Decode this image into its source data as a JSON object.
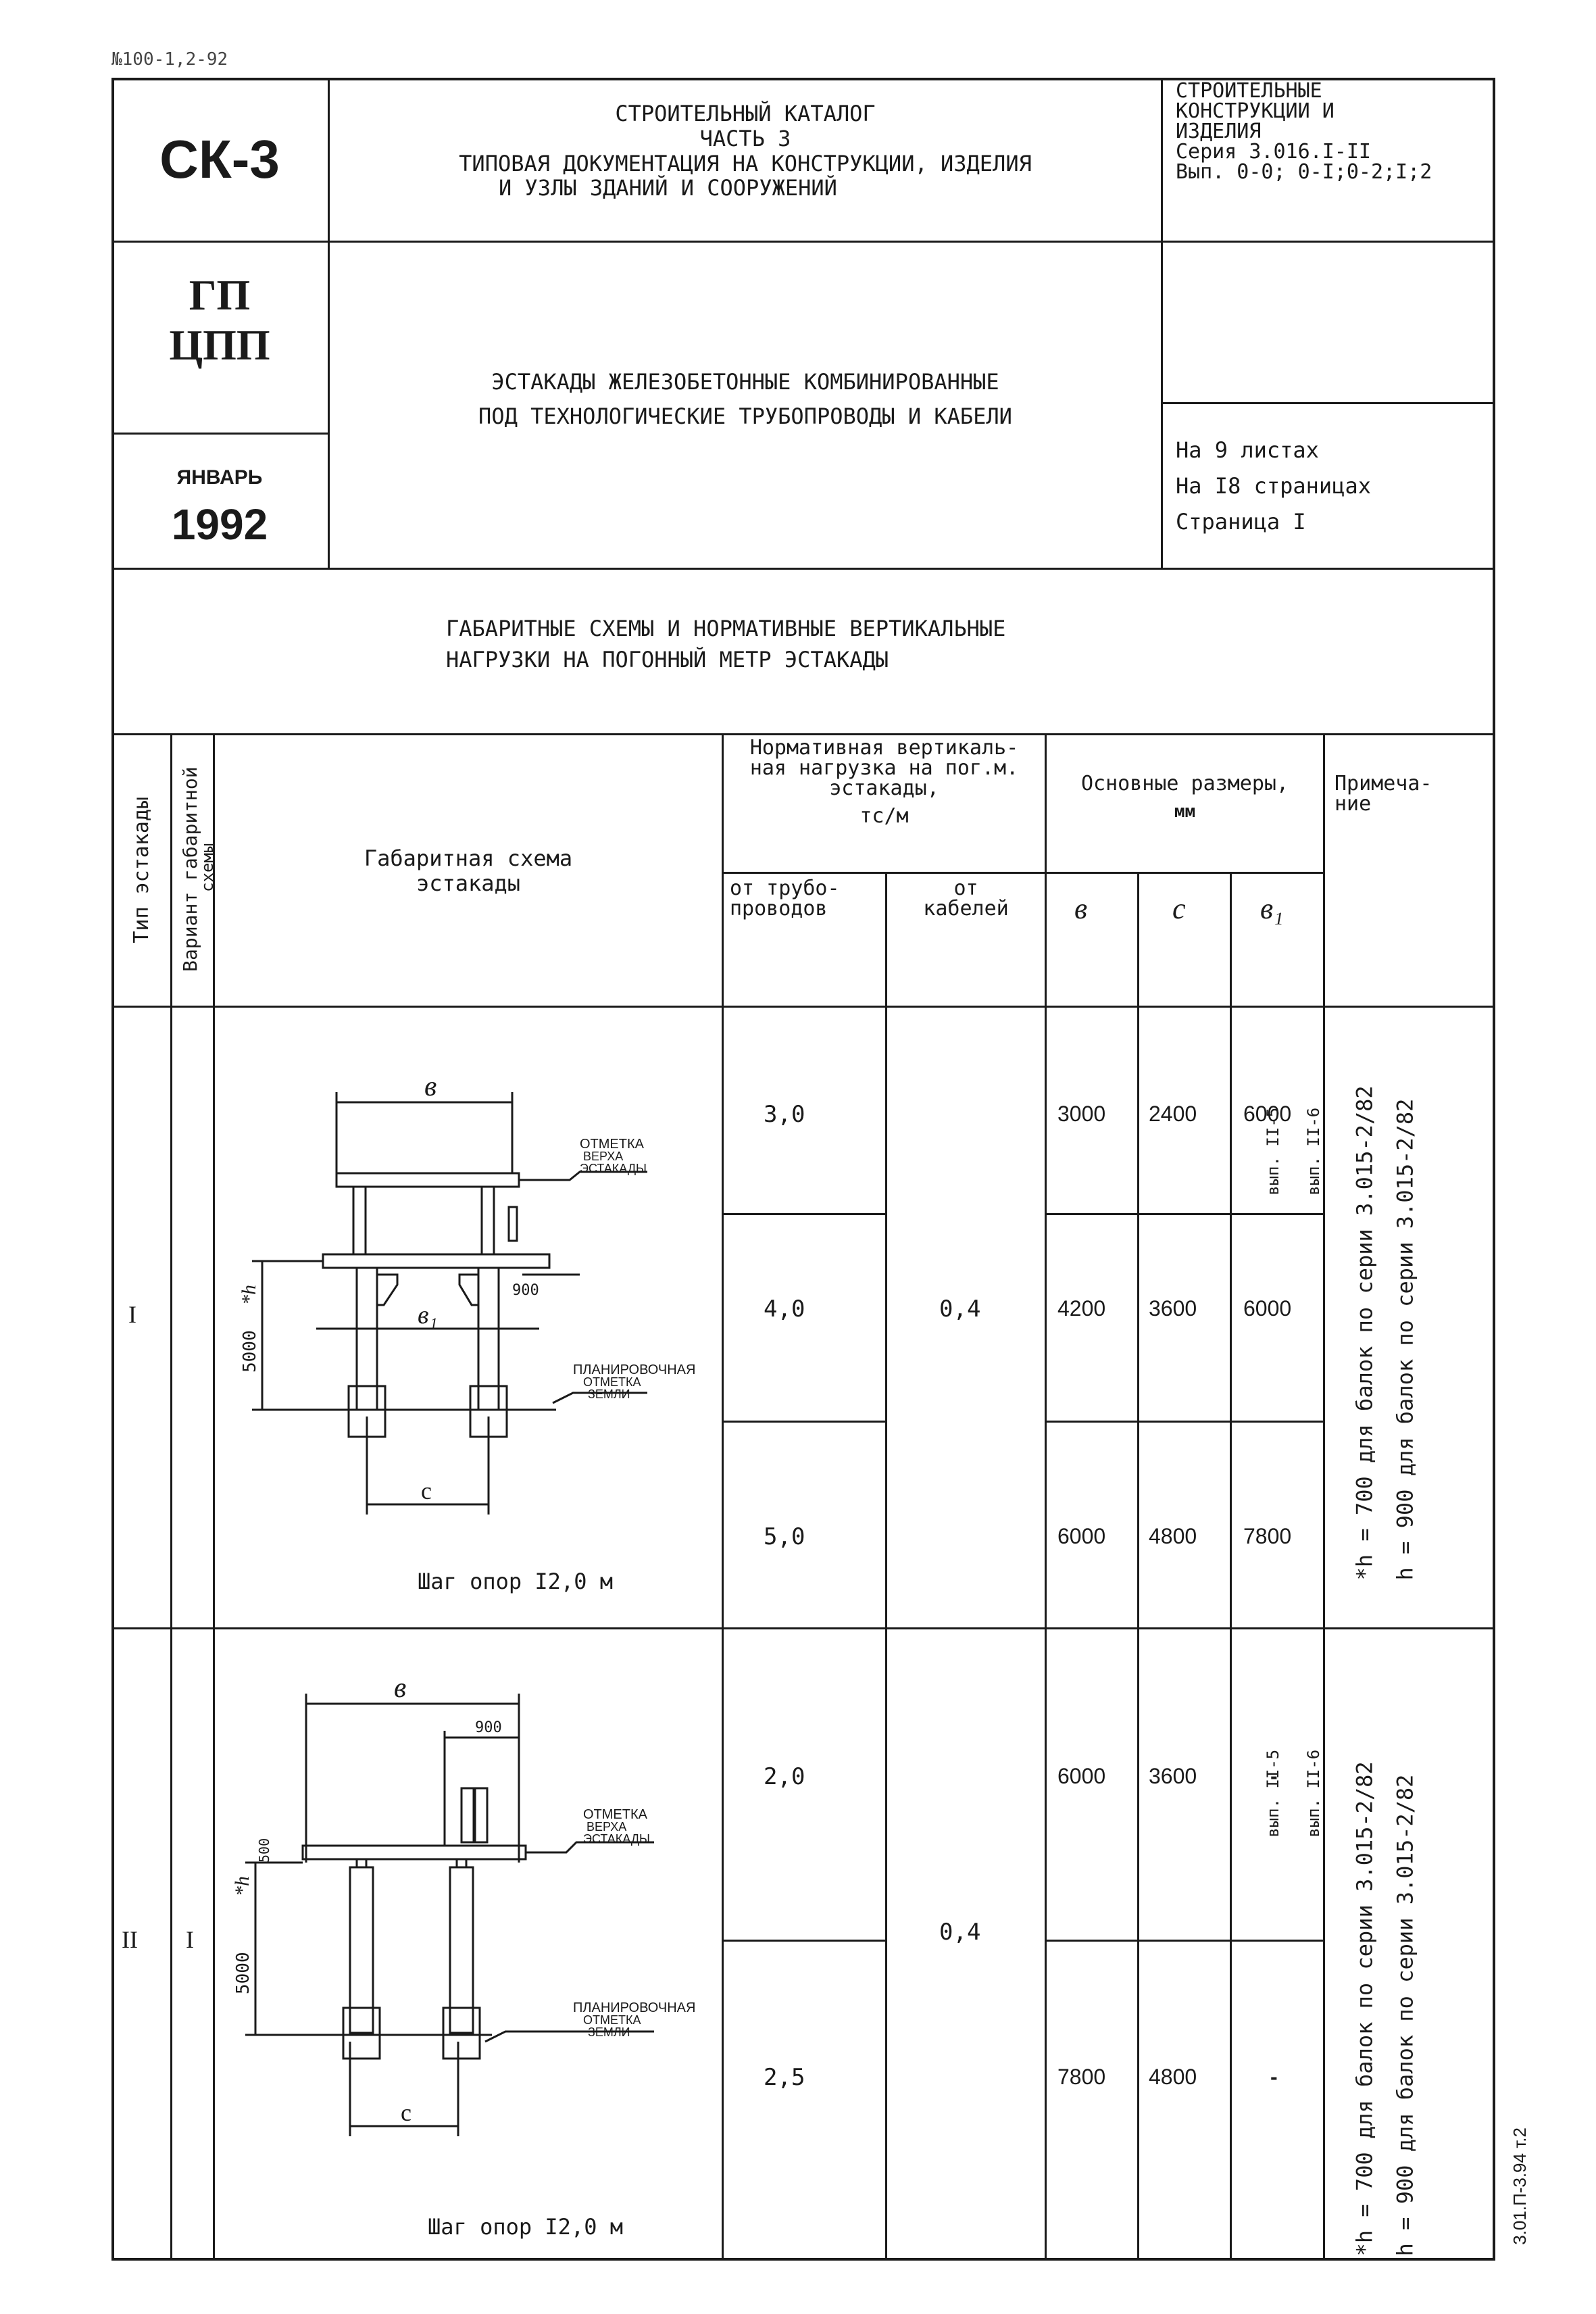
{
  "doc_number": "№100-1,2-92",
  "header": {
    "code": "СК-3",
    "catalog": [
      "СТРОИТЕЛЬНЫЙ КАТАЛОГ",
      "ЧАСТЬ 3",
      "ТИПОВАЯ ДОКУМЕНТАЦИЯ НА КОНСТРУКЦИИ, ИЗДЕЛИЯ",
      "И УЗЛЫ ЗДАНИЙ И СООРУЖЕНИЙ"
    ],
    "section": [
      "СТРОИТЕЛЬНЫЕ",
      "КОНСТРУКЦИИ И",
      "ИЗДЕЛИЯ",
      "Серия 3.016.I-II",
      "Вып. 0-0; 0-I;0-2;I;2"
    ],
    "org": [
      "ГП",
      "ЦПП"
    ],
    "month": "ЯНВАРЬ",
    "year": "1992",
    "title": [
      "ЭСТАКАДЫ ЖЕЛЕЗОБЕТОННЫЕ КОМБИНИРОВАННЫЕ",
      "ПОД ТЕХНОЛОГИЧЕСКИЕ ТРУБОПРОВОДЫ И КАБЕЛИ"
    ],
    "sheets": [
      "На 9  листах",
      "На I8 страницах",
      "Страница I"
    ]
  },
  "subtitle": [
    "ГАБАРИТНЫЕ СХЕМЫ И НОРМАТИВНЫЕ ВЕРТИКАЛЬНЫЕ",
    "НАГРУЗКИ НА  ПОГОННЫЙ  МЕТР  ЭСТАКАДЫ"
  ],
  "table": {
    "col_type": "Тип эстакады",
    "col_variant": [
      "Вариант габаритной",
      "схемы"
    ],
    "col_scheme": [
      "Габаритная схема",
      "эстакады"
    ],
    "col_load": [
      "Нормативная вертикаль-",
      "ная нагрузка на пог.м.",
      "эстакады,",
      "тс/м"
    ],
    "col_pipes": [
      "от трубо-",
      "проводов"
    ],
    "col_cables": [
      "от",
      "кабелей"
    ],
    "col_dims": [
      "Основные размеры,",
      "мм"
    ],
    "col_b": "в",
    "col_c": "c",
    "col_b1": "в₁",
    "col_note": [
      "Примеча-",
      "ние"
    ],
    "type1": {
      "type": "I",
      "rows": [
        {
          "pipes": "3,0",
          "b": "3000",
          "c": "2400",
          "b1": "6000"
        },
        {
          "pipes": "4,0",
          "b": "4200",
          "c": "3600",
          "b1": "6000"
        },
        {
          "pipes": "5,0",
          "b": "6000",
          "c": "4800",
          "b1": "7800"
        }
      ],
      "cables": "0,4",
      "step": "Шаг опор I2,0 м",
      "labels": {
        "b": "в",
        "b1": "в₁",
        "c": "c",
        "h": "*h",
        "d5000": "5000",
        "d900": "900",
        "top1": "ОТМЕТКА",
        "top2": "ВЕРХА",
        "top3": "ЭСТАКАДЫ",
        "gr1": "ПЛАНИРОВОЧНАЯ",
        "gr2": "ОТМЕТКА",
        "gr3": "ЗЕМЛИ"
      },
      "note1": "*h = 700 для балок по серии 3.015-2/82",
      "note1b": "вып. II-5",
      "note2": "h = 900 для балок по серии 3.015-2/82",
      "note2b": "вып. II-6"
    },
    "type2": {
      "type": "II",
      "variant": "I",
      "rows": [
        {
          "pipes": "2,0",
          "b": "6000",
          "c": "3600",
          "b1": "-"
        },
        {
          "pipes": "2,5",
          "b": "7800",
          "c": "4800",
          "b1": "-"
        }
      ],
      "cables": "0,4",
      "step": "Шаг опор I2,0 м",
      "labels": {
        "b": "в",
        "c": "c",
        "h": "*h",
        "d5000": "5000",
        "d500": "500",
        "d900": "900",
        "top1": "ОТМЕТКА",
        "top2": "ВЕРХА",
        "top3": "ЭСТАКАДЫ",
        "gr1": "ПЛАНИРОВОЧНАЯ",
        "gr2": "ОТМЕТКА",
        "gr3": "ЗЕМЛИ"
      },
      "note1": "*h = 700 для балок по серии 3.015-2/82",
      "note1b": "вып. II-5",
      "note2": "h = 900 для балок по серии 3.015-2/82",
      "note2b": "вып. II-6"
    }
  },
  "side_code": "3.01.П-3.94 т.2"
}
